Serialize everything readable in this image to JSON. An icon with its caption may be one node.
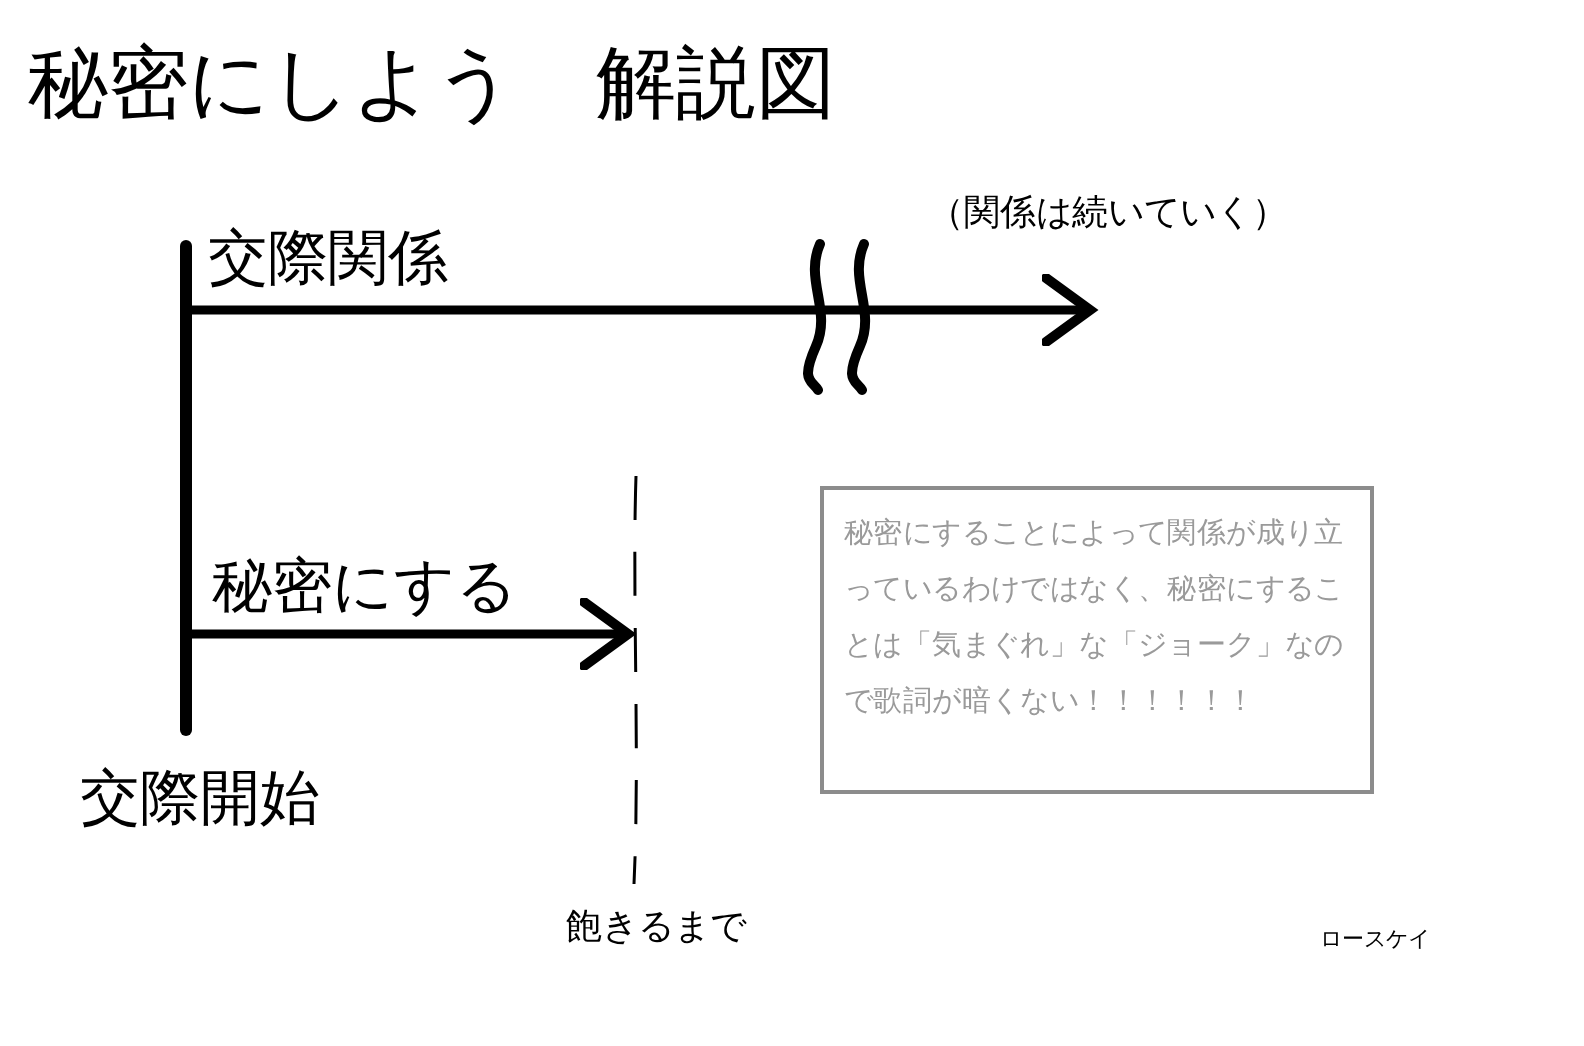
{
  "diagram": {
    "title": "秘密にしよう　解説図",
    "nodes": [
      {
        "text": [
          "交際開始"
        ]
      },
      {
        "text": [
          "飽きるまで"
        ]
      },
      {
        "text": [
          "秘密にすることによって関係が成り立っているわけではなく、秘密にすることは「気まぐれ」な「ジョーク」なので歌詞が暗くない！！！！！！"
        ]
      }
    ],
    "edges": [
      {
        "from": 0,
        "to": null,
        "arrow": "to",
        "label": "交際関係"
      },
      {
        "from": 0,
        "to": 1,
        "arrow": "to",
        "label": "秘密にする"
      }
    ],
    "labels": [
      "（関係は続いていく）",
      "ロースケイ"
    ]
  }
}
